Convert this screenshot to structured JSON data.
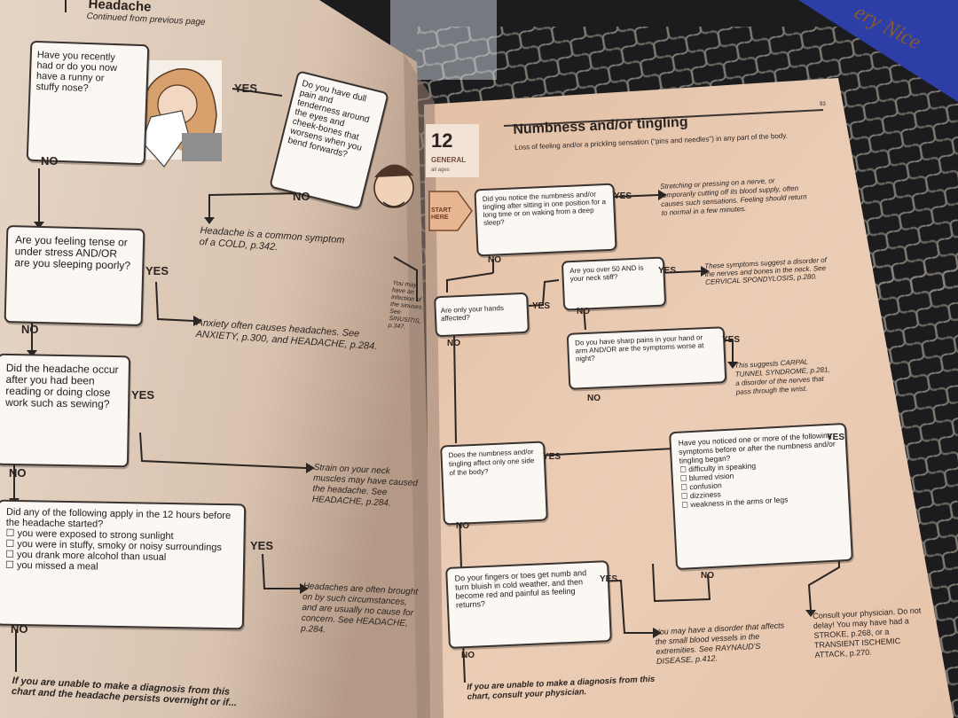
{
  "left_page": {
    "header": {
      "title": "Headache",
      "subtitle": "Continued from previous page"
    },
    "q1": "Have you recently had or do you now have a runny or stuffy nose?",
    "q1_yes": "Do you have dull pain and tenderness around the eyes and cheek-bones that worsens when you bend forwards?",
    "q1_yes_no_result": "Headache is a common symptom of a COLD, p.342.",
    "q1_yes_yes_result": "You may have an infection of the sinuses. See SINUSITIS, p.347.",
    "q2": "Are you feeling tense or under stress AND/OR are you sleeping poorly?",
    "q2_result": "Anxiety often causes headaches. See ANXIETY, p.300, and HEADACHE, p.284.",
    "q3": "Did the headache occur after you had been reading or doing close work such as sewing?",
    "q3_result": "Strain on your neck muscles may have caused the headache. See HEADACHE, p.284.",
    "q4_title": "Did any of the following apply in the 12 hours before the headache started?",
    "q4_items": [
      "you were exposed to strong sunlight",
      "you were in stuffy, smoky or noisy surroundings",
      "you drank more alcohol than usual",
      "you missed a meal"
    ],
    "q4_result": "Headaches are often brought on by such circumstances, and are usually no cause for concern. See HEADACHE, p.284.",
    "footer": "If you are unable to make a diagnosis from this chart and the headache persists overnight or if..."
  },
  "right_page": {
    "page_number": "93",
    "chart_number": "12",
    "category": "GENERAL",
    "age": "all ages",
    "title": "Numbness and/or tingling",
    "subtitle": "Loss of feeling and/or a prickling sensation (\"pins and needles\") in any part of the body.",
    "start_label": "START HERE",
    "q1": "Did you notice the numbness and/or tingling after sitting in one position for a long time or on waking from a deep sleep?",
    "q1_result": "Stretching or pressing on a nerve, or temporarily cutting off its blood supply, often causes such sensations. Feeling should return to normal in a few minutes.",
    "q2": "Are only your hands affected?",
    "q3": "Are you over 50 AND is your neck stiff?",
    "q3_result": "These symptoms suggest a disorder of the nerves and bones in the neck. See CERVICAL SPONDYLOSIS, p.280.",
    "q4": "Do you have sharp pains in your hand or arm AND/OR are the symptoms worse at night?",
    "q4_result": "This suggests CARPAL TUNNEL SYNDROME, p.281, a disorder of the nerves that pass through the wrist.",
    "q5": "Does the numbness and/or tingling affect only one side of the body?",
    "q6_title": "Have you noticed one or more of the following symptoms before or after the numbness and/or tingling began?",
    "q6_items": [
      "difficulty in speaking",
      "blurred vision",
      "confusion",
      "dizziness",
      "weakness in the arms or legs"
    ],
    "q6_result": "Consult your physician. Do not delay! You may have had a STROKE, p.268, or a TRANSIENT ISCHEMIC ATTACK, p.270.",
    "q7": "Do your fingers or toes get numb and turn bluish in cold weather, and then become red and painful as feeling returns?",
    "q7_result": "You may have a disorder that affects the small blood vessels in the extremities. See RAYNAUD'S DISEASE, p.412.",
    "footer": "If you are unable to make a diagnosis from this chart, consult your physician."
  },
  "labels": {
    "yes": "YES",
    "no": "NO"
  },
  "background": {
    "book_spine_text": "ery Nice"
  },
  "colors": {
    "page_left": "#dcc7b6",
    "page_right": "#e6c6ad",
    "box_fill": "#fbf8f4",
    "ink": "#2a2320",
    "spine_blue": "#2d3fa6"
  }
}
